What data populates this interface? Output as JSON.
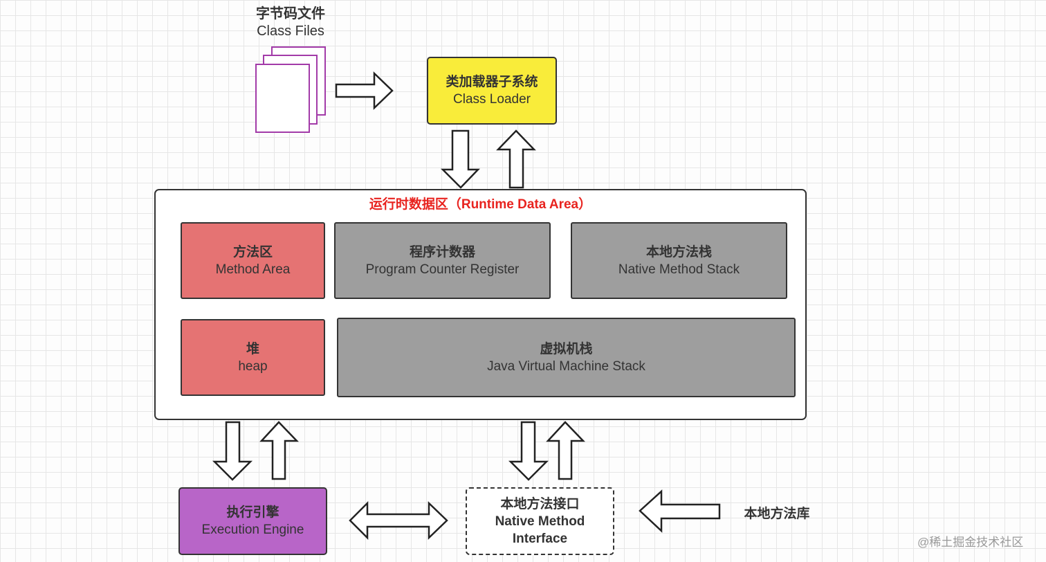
{
  "class_files": {
    "zh": "字节码文件",
    "en": "Class Files"
  },
  "class_loader": {
    "zh": "类加载器子系统",
    "en": "Class Loader"
  },
  "runtime_area": {
    "title": "运行时数据区（Runtime Data Area）",
    "method_area": {
      "zh": "方法区",
      "en": "Method Area"
    },
    "pc_register": {
      "zh": "程序计数器",
      "en": "Program Counter Register"
    },
    "native_stack": {
      "zh": "本地方法栈",
      "en": "Native Method Stack"
    },
    "heap": {
      "zh": "堆",
      "en": "heap"
    },
    "jvm_stack": {
      "zh": "虚拟机栈",
      "en": "Java Virtual Machine Stack"
    }
  },
  "execution_engine": {
    "zh": "执行引擎",
    "en": "Execution Engine"
  },
  "native_interface": {
    "zh": "本地方法接口",
    "en1": "Native Method",
    "en2": "Interface"
  },
  "native_library": "本地方法库",
  "watermark": "@稀土掘金技术社区",
  "colors": {
    "method_heap": "#e57373",
    "gray_areas": "#9e9e9e",
    "class_loader": "#f9ec3a",
    "execution_engine": "#b865c8",
    "runtime_title": "#e8231f",
    "class_files_outline": "#a23aa8"
  }
}
